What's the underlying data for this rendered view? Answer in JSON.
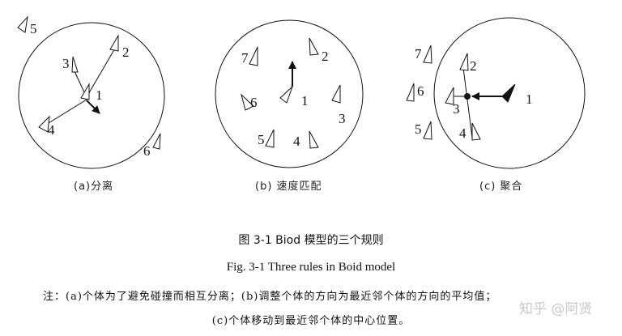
{
  "panels": [
    {
      "id": "a",
      "label": "(a)分离",
      "rule": "separation",
      "boid_labels": [
        "1",
        "2",
        "3",
        "4",
        "5",
        "6"
      ]
    },
    {
      "id": "b",
      "label": "(b) 速度匹配",
      "rule": "alignment",
      "boid_labels": [
        "1",
        "2",
        "3",
        "4",
        "5",
        "6",
        "7"
      ]
    },
    {
      "id": "c",
      "label": "(c) 聚合",
      "rule": "cohesion",
      "boid_labels": [
        "1",
        "2",
        "3",
        "4",
        "5",
        "6",
        "7"
      ]
    }
  ],
  "caption": {
    "chinese": "图 3-1 Biod 模型的三个规则",
    "english": "Fig. 3-1 Three rules in Boid model"
  },
  "notes": {
    "line1": "注：(a)个体为了避免碰撞而相互分离；(b)调整个体的方向为最近邻个体的方向的平均值；",
    "line2": "(c)个体移动到最近邻个体的中心位置。"
  },
  "watermark": "知乎 @阿贤"
}
